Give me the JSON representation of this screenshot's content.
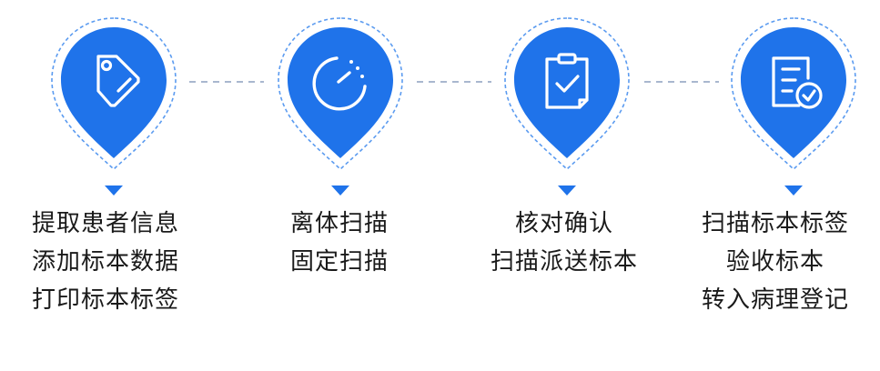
{
  "colors": {
    "primary": "#1f73ea",
    "connector": "#a9b7cf",
    "text": "#1a1a1a",
    "icon": "#ffffff"
  },
  "steps": [
    {
      "icon": "tag-icon",
      "lines": [
        "提取患者信息",
        "添加标本数据",
        "打印标本标签"
      ]
    },
    {
      "icon": "scan-dial-icon",
      "lines": [
        "离体扫描",
        "固定扫描"
      ]
    },
    {
      "icon": "clipboard-check-icon",
      "lines": [
        "核对确认",
        "扫描派送标本"
      ]
    },
    {
      "icon": "document-check-icon",
      "lines": [
        "扫描标本标签",
        "验收标本",
        "转入病理登记"
      ]
    }
  ]
}
